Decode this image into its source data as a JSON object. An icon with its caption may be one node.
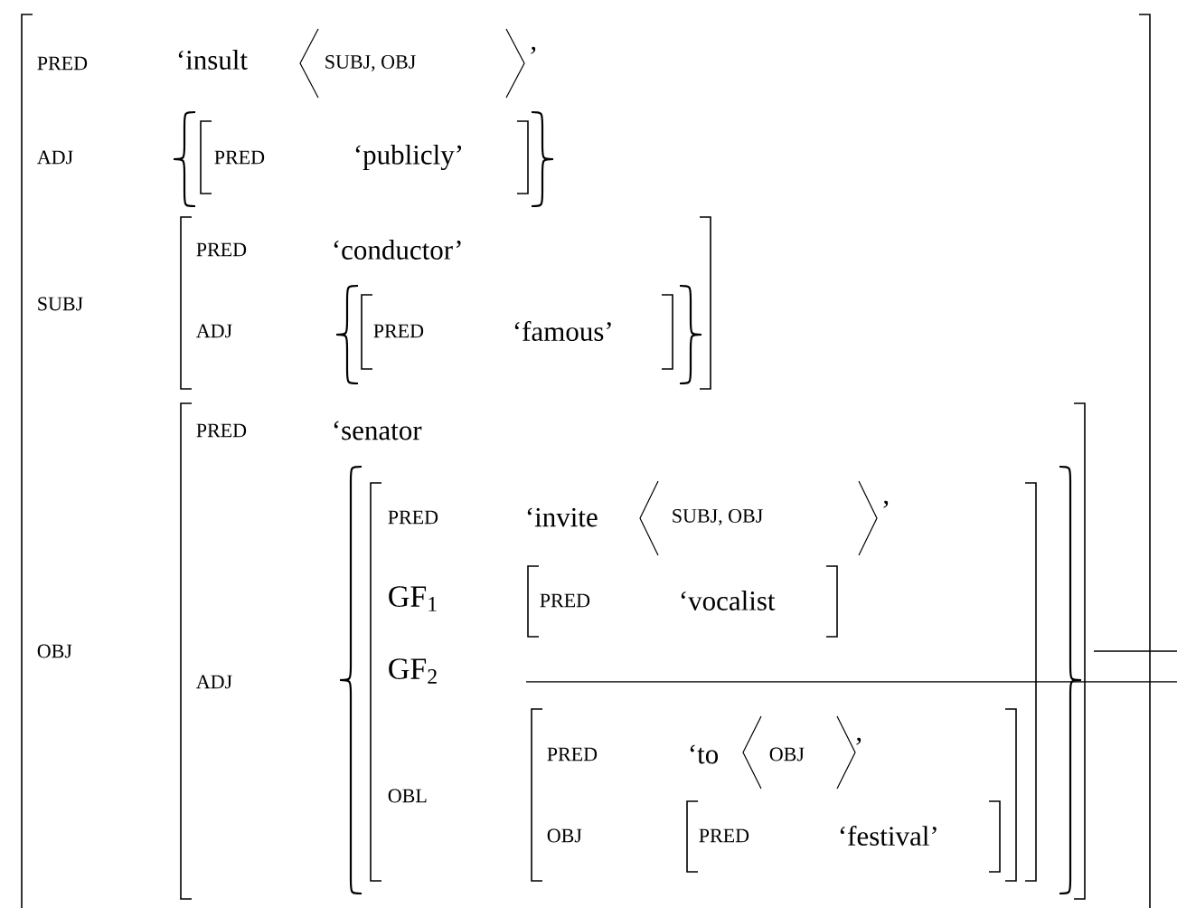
{
  "diagram": {
    "labels": [
      "PRED",
      "‘insult",
      "SUBJ, OBJ",
      "’",
      "ADJ",
      "PRED",
      "‘publicly’",
      "SUBJ",
      "PRED",
      "‘conductor’",
      "ADJ",
      "PRED",
      "‘famous’",
      "PRED",
      "‘senator",
      "PRED",
      "‘invite",
      "SUBJ, OBJ",
      "’",
      "GF$_{1}$",
      "PRED",
      "‘vocalist",
      "OBJ",
      "GF$_{2}$",
      "ADJ",
      "PRED",
      "‘to",
      "OBJ",
      "’",
      "OBL",
      "OBJ",
      "PRED",
      "‘festival’"
    ]
  }
}
